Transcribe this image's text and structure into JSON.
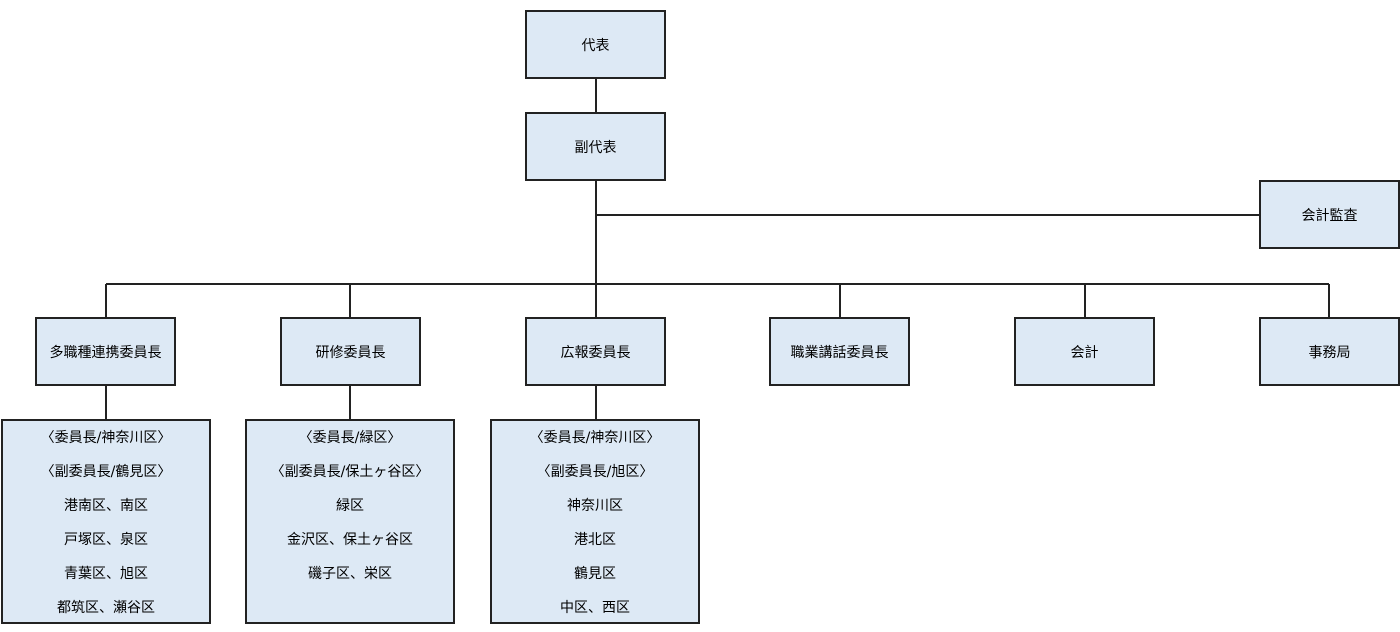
{
  "top": {
    "representative": "代表",
    "vice_representative": "副代表",
    "auditor": "会計監査"
  },
  "committees": [
    "多職種連携委員長",
    "研修委員長",
    "広報委員長",
    "職業講話委員長",
    "会計",
    "事務局"
  ],
  "members": {
    "multi": [
      "〈委員長/神奈川区〉",
      "〈副委員長/鶴見区〉",
      "港南区、南区",
      "戸塚区、泉区",
      "青葉区、旭区",
      "都筑区、瀬谷区"
    ],
    "training": [
      "〈委員長/緑区〉",
      "〈副委員長/保土ヶ谷区〉",
      "緑区",
      "金沢区、保土ヶ谷区",
      "磯子区、栄区"
    ],
    "pr": [
      "〈委員長/神奈川区〉",
      "〈副委員長/旭区〉",
      "神奈川区",
      "港北区",
      "鶴見区",
      "中区、西区"
    ]
  }
}
